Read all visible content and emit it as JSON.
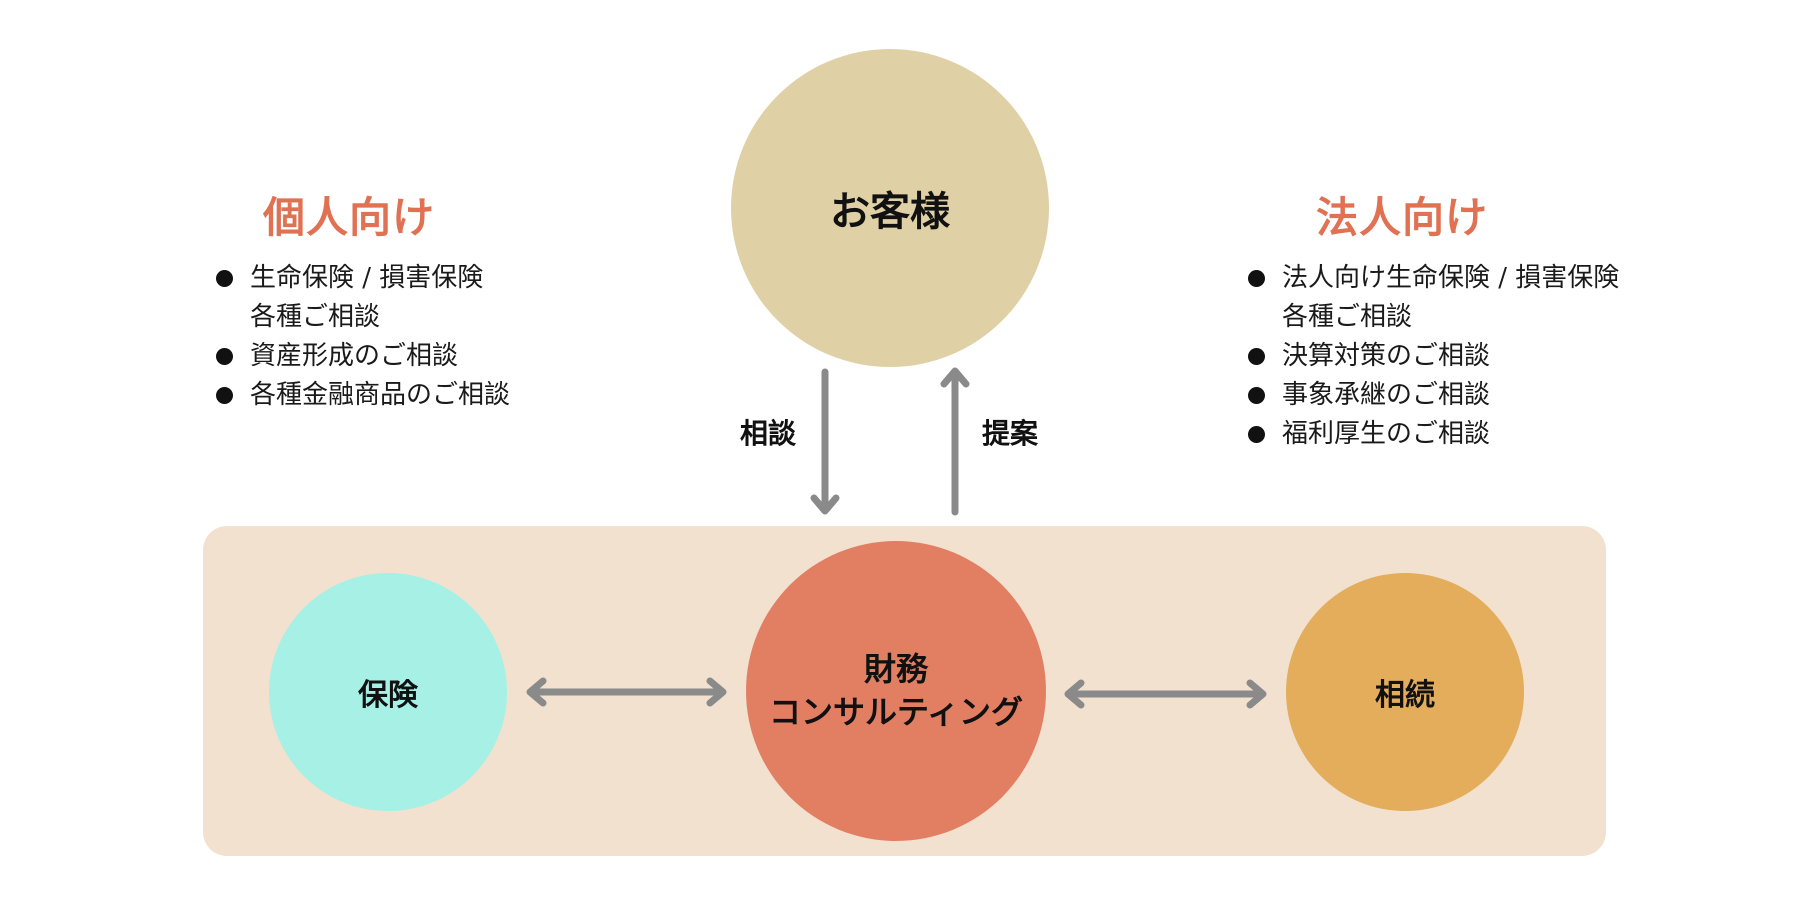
{
  "customer": {
    "label": "お客様"
  },
  "individual": {
    "heading": "個人向け",
    "items": [
      "生命保険 / 損害保険\n各種ご相談",
      "資産形成のご相談",
      "各種金融商品のご相談"
    ]
  },
  "corporate": {
    "heading": "法人向け",
    "items": [
      "法人向け生命保険 / 損害保険\n各種ご相談",
      "決算対策のご相談",
      "事象承継のご相談",
      "福利厚生のご相談"
    ]
  },
  "flow": {
    "consult_label": "相談",
    "proposal_label": "提案"
  },
  "services": {
    "insurance": "保険",
    "consulting_line1": "財務",
    "consulting_line2": "コンサルティング",
    "inheritance": "相続"
  },
  "colors": {
    "customer": "#dfd0a5",
    "panel": "#f2e1cf",
    "insurance": "#a6f0e6",
    "consulting": "#e27f63",
    "inheritance": "#e3ad5b",
    "heading": "#e07153",
    "arrow": "#8a8a8a"
  }
}
